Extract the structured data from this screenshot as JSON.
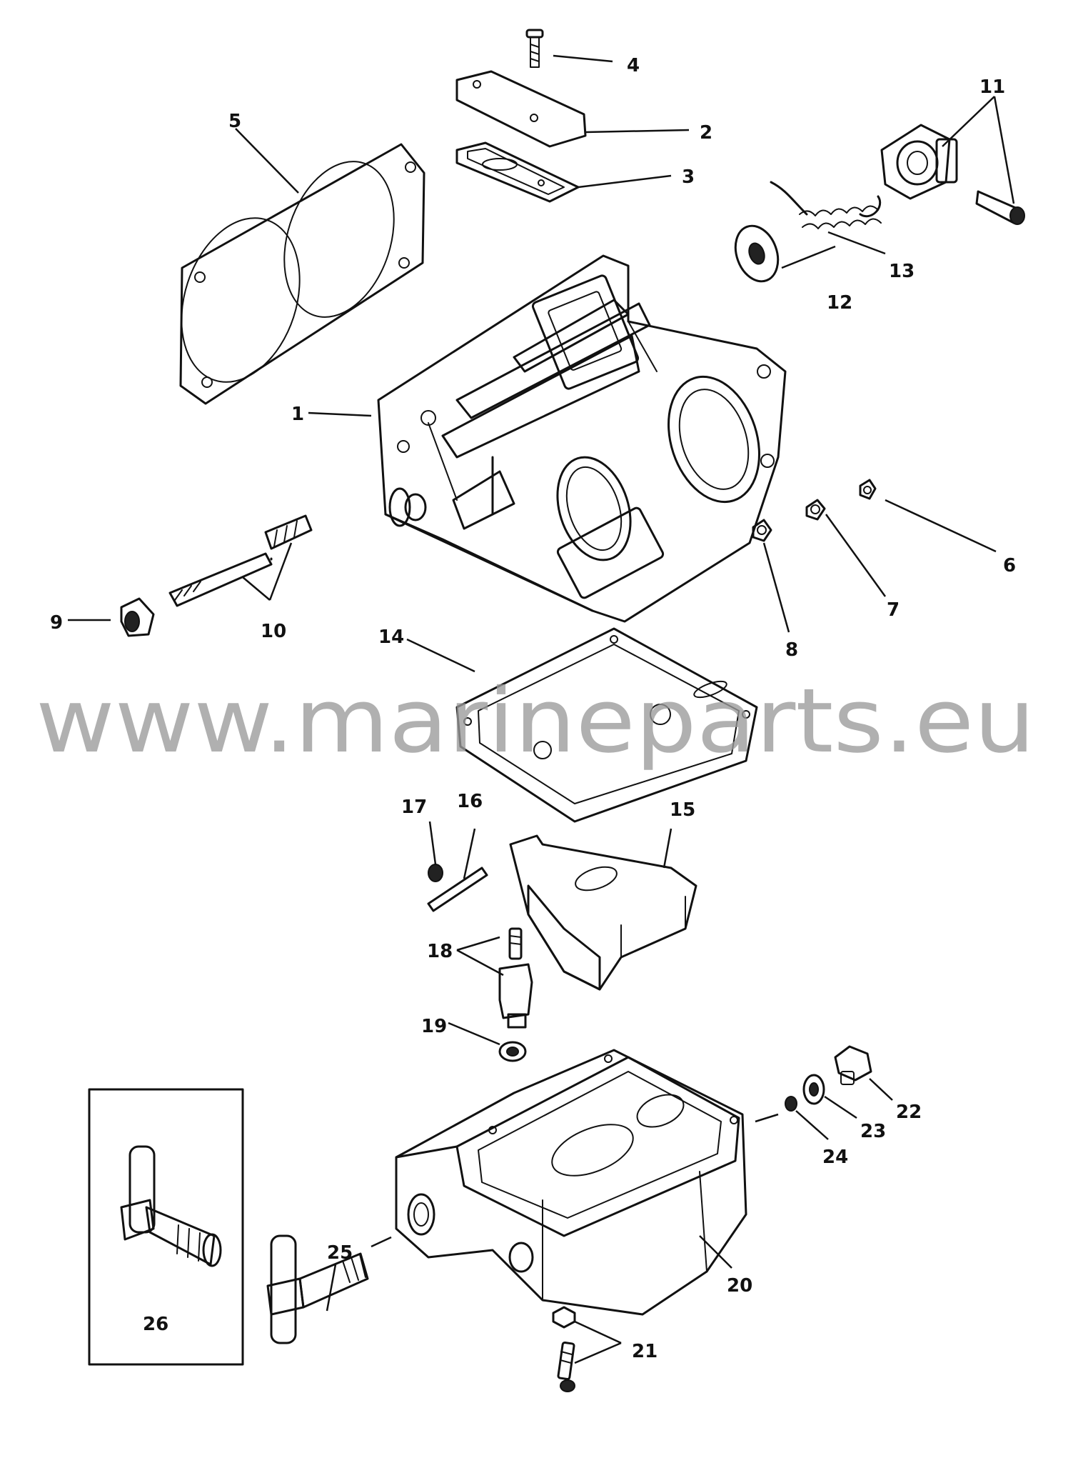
{
  "watermark": "www.marineparts.eu",
  "callouts": {
    "c1": "1",
    "c2": "2",
    "c3": "3",
    "c4": "4",
    "c5": "5",
    "c6": "6",
    "c7": "7",
    "c8": "8",
    "c9": "9",
    "c10": "10",
    "c11": "11",
    "c12": "12",
    "c13": "13",
    "c14": "14",
    "c15": "15",
    "c16": "16",
    "c17": "17",
    "c18": "18",
    "c19": "19",
    "c20": "20",
    "c21": "21",
    "c22": "22",
    "c23": "23",
    "c24": "24",
    "c25": "25",
    "c26": "26"
  }
}
